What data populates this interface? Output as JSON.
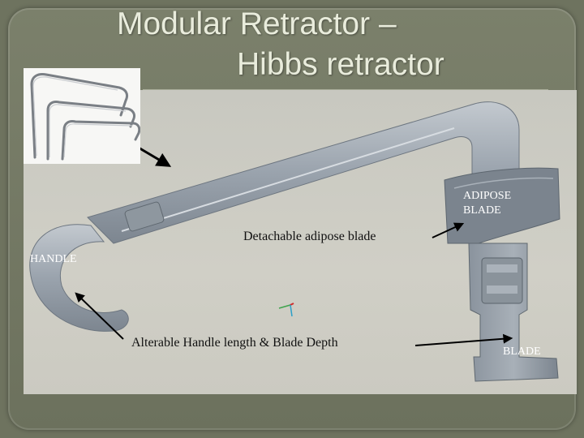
{
  "slide": {
    "title_line1": "Modular Retractor –",
    "title_line2": "Hibbs retractor"
  },
  "callouts": {
    "detachable": "Detachable adipose blade",
    "alterable": "Alterable Handle length & Blade Depth",
    "adipose_blade": "ADIPOSE\nBLADE",
    "handle": "HANDLE",
    "blade": "BLADE"
  },
  "colors": {
    "background": "#6e735f",
    "title_text": "#e9ecdc",
    "render_background": "#cbcac1",
    "model_metal": "#9aa3ad"
  }
}
